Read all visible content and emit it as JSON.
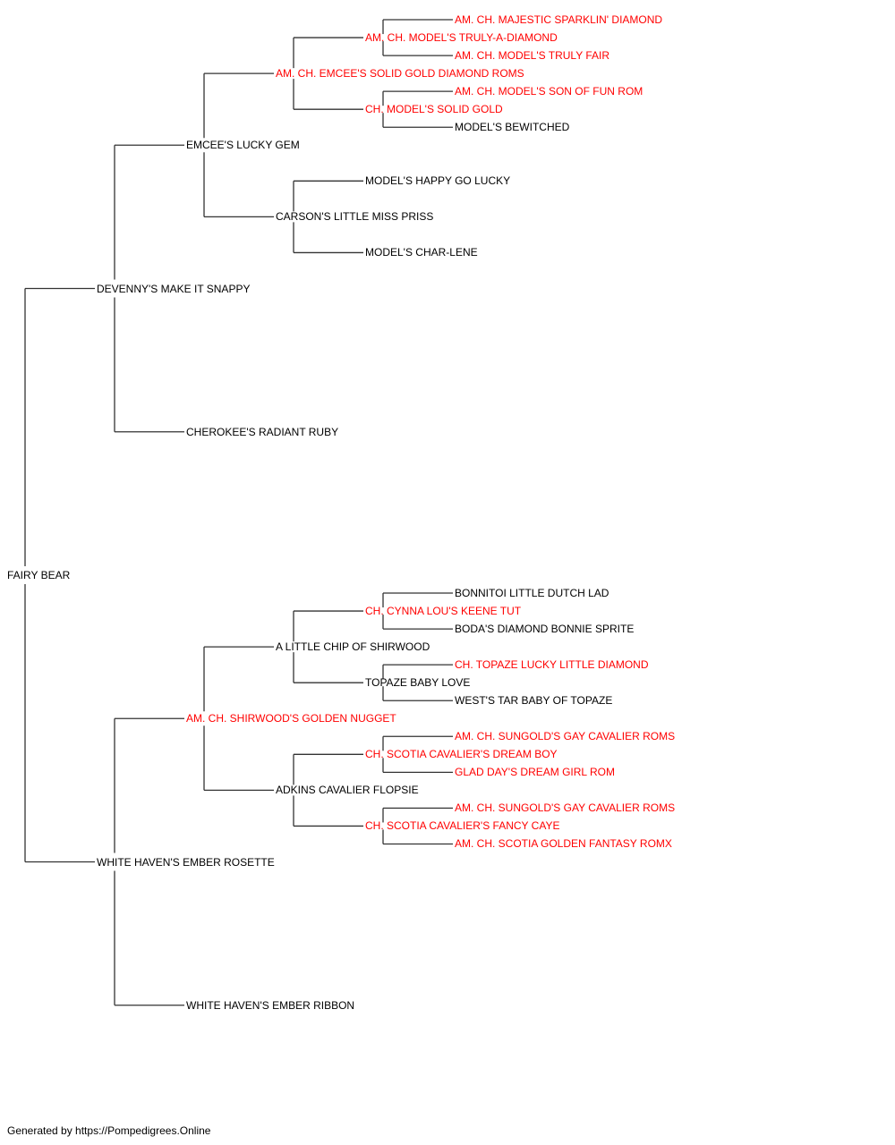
{
  "pedigree": {
    "subject": {
      "name": "FAIRY BEAR",
      "champion": false
    },
    "sire": {
      "name": "DEVENNY'S MAKE IT SNAPPY",
      "champion": false,
      "sire": {
        "name": "EMCEE'S LUCKY GEM",
        "champion": false,
        "sire": {
          "name": "AM. CH. EMCEE'S SOLID GOLD DIAMOND ROMS",
          "champion": true,
          "sire": {
            "name": "AM. CH. MODEL'S TRULY-A-DIAMOND",
            "champion": true,
            "sire": {
              "name": "AM. CH. MAJESTIC SPARKLIN' DIAMOND",
              "champion": true
            },
            "dam": {
              "name": "AM. CH. MODEL'S TRULY FAIR",
              "champion": true
            }
          },
          "dam": {
            "name": "CH. MODEL'S SOLID GOLD",
            "champion": true,
            "sire": {
              "name": "AM. CH. MODEL'S SON OF FUN ROM",
              "champion": true
            },
            "dam": {
              "name": "MODEL'S BEWITCHED",
              "champion": false
            }
          }
        },
        "dam": {
          "name": "CARSON'S LITTLE MISS PRISS",
          "champion": false,
          "sire": {
            "name": "MODEL'S HAPPY GO LUCKY",
            "champion": false
          },
          "dam": {
            "name": "MODEL'S CHAR-LENE",
            "champion": false
          }
        }
      },
      "dam": {
        "name": "CHEROKEE'S RADIANT RUBY",
        "champion": false
      }
    },
    "dam": {
      "name": "WHITE HAVEN'S EMBER ROSETTE",
      "champion": false,
      "sire": {
        "name": "AM. CH. SHIRWOOD'S GOLDEN NUGGET",
        "champion": true,
        "sire": {
          "name": "A LITTLE CHIP OF SHIRWOOD",
          "champion": false,
          "sire": {
            "name": "CH. CYNNA LOU'S KEENE TUT",
            "champion": true,
            "sire": {
              "name": "BONNITOI LITTLE DUTCH LAD",
              "champion": false
            },
            "dam": {
              "name": "BODA'S DIAMOND BONNIE SPRITE",
              "champion": false
            }
          },
          "dam": {
            "name": "TOPAZE BABY LOVE",
            "champion": false,
            "sire": {
              "name": "CH. TOPAZE LUCKY LITTLE DIAMOND",
              "champion": true
            },
            "dam": {
              "name": "WEST'S TAR BABY OF TOPAZE",
              "champion": false
            }
          }
        },
        "dam": {
          "name": "ADKINS CAVALIER FLOPSIE",
          "champion": false,
          "sire": {
            "name": "CH. SCOTIA CAVALIER'S DREAM BOY",
            "champion": true,
            "sire": {
              "name": "AM. CH. SUNGOLD'S GAY CAVALIER ROMS",
              "champion": true
            },
            "dam": {
              "name": "GLAD DAY'S DREAM GIRL ROM",
              "champion": true
            }
          },
          "dam": {
            "name": "CH. SCOTIA CAVALIER'S FANCY CAYE",
            "champion": true,
            "sire": {
              "name": "AM. CH. SUNGOLD'S GAY CAVALIER ROMS",
              "champion": true
            },
            "dam": {
              "name": "AM. CH. SCOTIA GOLDEN FANTASY ROMX",
              "champion": true
            }
          }
        }
      },
      "dam": {
        "name": "WHITE HAVEN'S EMBER RIBBON",
        "champion": false
      }
    }
  },
  "colors": {
    "champion": "#ff0000",
    "normal": "#000000",
    "line": "#333333"
  },
  "footer": "Generated by https://Pompedigrees.Online"
}
